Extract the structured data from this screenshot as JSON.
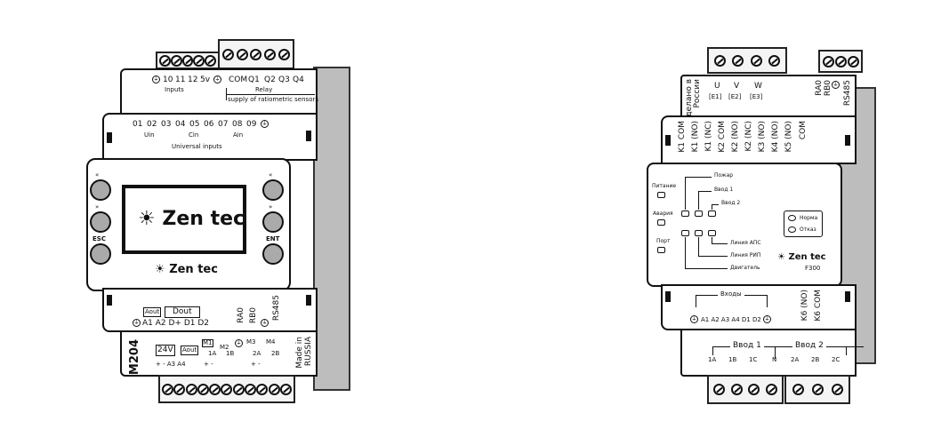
{
  "m204": {
    "model": "M204",
    "made_in": [
      "Made in",
      "RUSSIA"
    ],
    "top_labels": [
      "10",
      "11",
      "12",
      "5v",
      "COM",
      "Q1",
      "Q2",
      "Q3",
      "Q4"
    ],
    "inputs_label": "Inputs",
    "relay_label": "Relay",
    "supply_label": "supply of ratiometric sensors",
    "universal": [
      "01",
      "02",
      "03",
      "04",
      "05",
      "06",
      "07",
      "08",
      "09"
    ],
    "uin": "Uin",
    "cin": "Cin",
    "ain": "Ain",
    "universal_label": "Universal inputs",
    "buttons": {
      "left_up": "«",
      "left_down": "»",
      "esc": "ESC",
      "right_up": "«",
      "right_down": "»",
      "ent": "ENT"
    },
    "logo": "Zen tec",
    "aout": "Aout",
    "dout": "Dout",
    "lower_labels": "A1 A2 D+ D1 D2",
    "rs": [
      "RA0",
      "RB0",
      "RS485"
    ],
    "bottom": {
      "v24": "24V",
      "aout": "Aout",
      "m1": "M1",
      "m2": "M2",
      "m3": "M3",
      "m4": "M4",
      "a1": "1A",
      "b1": "1B",
      "a2": "2A",
      "b2": "2B",
      "pins1": "+  -  A3 A4",
      "pm": "+  -"
    }
  },
  "f300": {
    "made_in": [
      "Сделано в",
      "России"
    ],
    "phases": [
      [
        "U",
        "[E1]"
      ],
      [
        "V",
        "[E2]"
      ],
      [
        "W",
        "[E3]"
      ]
    ],
    "rs": [
      "RA0",
      "RB0",
      "RS485"
    ],
    "relays": [
      "K1 COM",
      "K1 (NO)",
      "K1 (NC)",
      "K2 COM",
      "K2 (NO)",
      "K2 (NC)",
      "K3 (NO)",
      "K4 (NO)",
      "K5 (NO)",
      "COM"
    ],
    "status_left": [
      "Питание",
      "Авария",
      "Порт"
    ],
    "indicators": [
      "Пожар",
      "Ввод 1",
      "Ввод 2",
      "Линия АПС",
      "Линия РИП",
      "Двигатель"
    ],
    "state": [
      "Норма",
      "Отказ"
    ],
    "logo": "Zen tec",
    "model": "F300",
    "inputs_label": "Входы",
    "inputs": "A1 A2 A3 A4 D1 D2",
    "k6": [
      "K6 (NO)",
      "K6 COM"
    ],
    "vvod1": "Ввод 1",
    "vvod2": "Ввод 2",
    "terminals": [
      "1A",
      "1B",
      "1C",
      "N",
      "2A",
      "2B",
      "2C"
    ]
  }
}
